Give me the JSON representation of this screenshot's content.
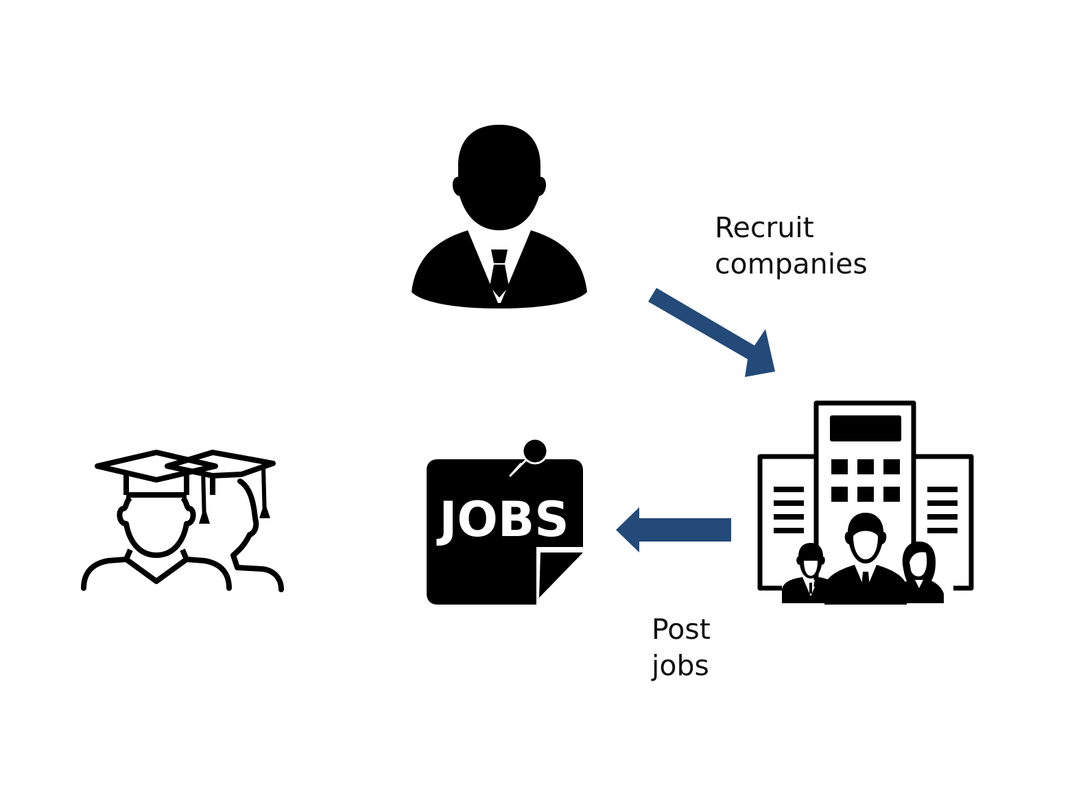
{
  "colors": {
    "icon": "#000000",
    "arrow": "#234a78",
    "text": "#111111",
    "background": "#ffffff"
  },
  "icons": {
    "recruiter": "businessman-icon",
    "company": "office-building-with-staff-icon",
    "job_board": "jobs-notice-icon",
    "graduates": "graduates-icon"
  },
  "jobs_notice_text": "JOBS",
  "labels": {
    "recruit": {
      "line1": "Recruit",
      "line2": "companies"
    },
    "post": {
      "line1": "Post",
      "line2": "jobs"
    }
  },
  "arrows": [
    {
      "from": "recruiter",
      "to": "company"
    },
    {
      "from": "company",
      "to": "job_board"
    }
  ]
}
